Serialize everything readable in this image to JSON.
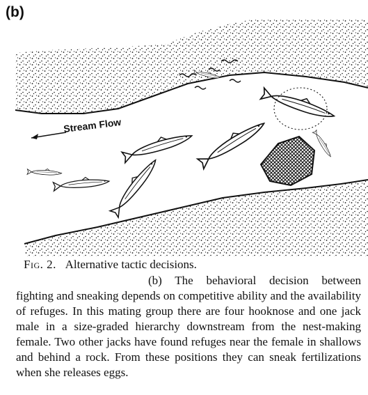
{
  "panel_label": "(b)",
  "figure": {
    "stream_flow_label": "Stream Flow",
    "colors": {
      "ink": "#111111",
      "background": "#ffffff"
    }
  },
  "caption": {
    "figure_label": "Fig. 2.",
    "title": "Alternative tactic decisions.",
    "paragraph": "(b) The behavioral decision between fighting and sneaking depends on competitive ability and the availability of refuges. In this mating group there are four hooknose and one jack male in a size-graded hierarchy downstream from the nest-making female. Two other jacks have found refuges near the female in shallows and behind a rock. From these positions they can sneak fertilizations when she releases eggs."
  }
}
